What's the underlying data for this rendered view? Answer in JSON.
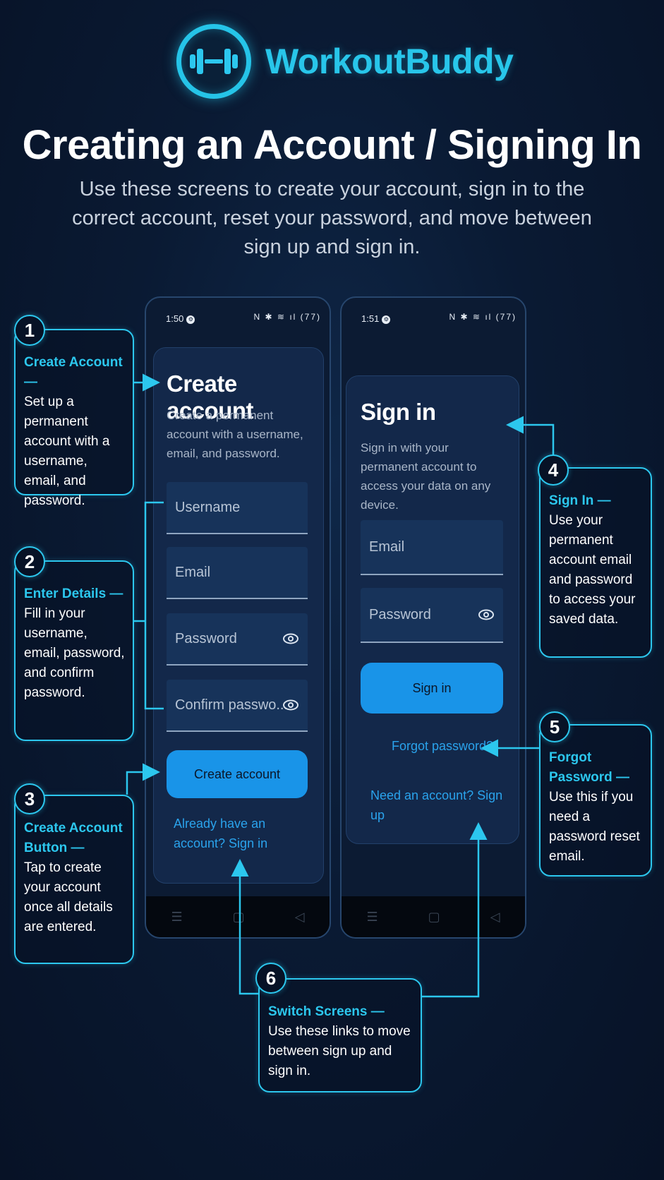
{
  "brand": {
    "name": "WorkoutBuddy",
    "logo_icon": "dumbbell-icon"
  },
  "header": {
    "title": "Creating an Account / Signing In",
    "subtitle": "Use these screens to create your account, sign in to the correct account, reset your password, and move between sign up and sign in."
  },
  "colors": {
    "accent": "#2cc7ee",
    "button": "#1994e8",
    "link": "#2aa3ec",
    "background": "#0a1a33"
  },
  "screens": {
    "create": {
      "status_time": "1:50",
      "status_icons": "N ✱ ≋ ıl (77)",
      "title": "Create account",
      "description": "Create a permanent account with a username, email, and password.",
      "username_placeholder": "Username",
      "email_placeholder": "Email",
      "password_placeholder": "Password",
      "confirm_placeholder": "Confirm passwo...",
      "button_label": "Create account",
      "switch_link": "Already have an account? Sign in"
    },
    "signin": {
      "status_time": "1:51",
      "status_icons": "N ✱ ≋ ıl (77)",
      "title": "Sign in",
      "description": "Sign in with your permanent account to access your data on any device.",
      "email_placeholder": "Email",
      "password_placeholder": "Password",
      "button_label": "Sign in",
      "forgot_link": "Forgot password?",
      "switch_link": "Need an account? Sign up"
    }
  },
  "callouts": [
    {
      "number": "1",
      "title": "Create Account —",
      "body": "Set up a permanent account with a username, email, and password."
    },
    {
      "number": "2",
      "title": "Enter Details —",
      "body": "Fill in your username, email, password, and confirm password."
    },
    {
      "number": "3",
      "title": "Create Account Button —",
      "body": "Tap to create your account once all details are entered."
    },
    {
      "number": "4",
      "title": "Sign In —",
      "body": "Use your permanent account email and password to access your saved data."
    },
    {
      "number": "5",
      "title": "Forgot Password —",
      "body": "Use this if you need a password reset email."
    },
    {
      "number": "6",
      "title": "Switch Screens —",
      "body": "Use these links to move between sign up and sign in."
    }
  ]
}
